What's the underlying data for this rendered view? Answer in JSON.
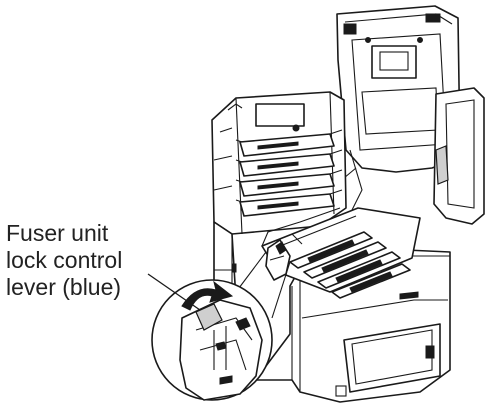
{
  "callout": {
    "lines": [
      "Fuser unit",
      "lock control",
      "lever (blue)"
    ]
  },
  "colors": {
    "line": "#1a1a1a",
    "text": "#222222",
    "shade": "#cfcfcf"
  }
}
